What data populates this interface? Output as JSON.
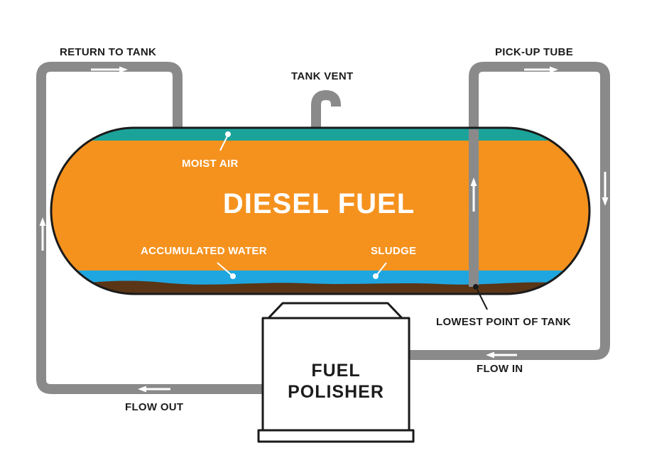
{
  "labels": {
    "return_to_tank": "RETURN TO TANK",
    "tank_vent": "TANK VENT",
    "pick_up_tube": "PICK-UP TUBE",
    "moist_air": "MOIST AIR",
    "diesel_fuel": "DIESEL FUEL",
    "accumulated_water": "ACCUMULATED WATER",
    "sludge": "SLUDGE",
    "lowest_point": "LOWEST POINT OF TANK",
    "flow_in": "FLOW IN",
    "flow_out": "FLOW OUT",
    "polisher_line1": "FUEL",
    "polisher_line2": "POLISHER"
  },
  "colors": {
    "fuel": "#F5921E",
    "air_layer": "#1BA39A",
    "water": "#1FA6E0",
    "sludge": "#5A3516",
    "pipe": "#8A8A8A",
    "outline": "#1a1a1a",
    "arrow": "#ffffff"
  }
}
